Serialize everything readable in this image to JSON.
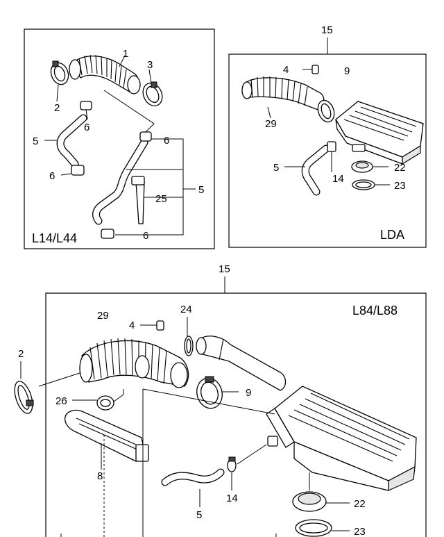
{
  "panels": {
    "top_left": {
      "tag": "L14/L44"
    },
    "top_right": {
      "tag": "LDA",
      "ref": "15"
    },
    "bottom": {
      "tag": "L84/L88",
      "ref": "15"
    }
  },
  "callouts": {
    "tl_1": "1",
    "tl_2": "2",
    "tl_3": "3",
    "tl_5a": "5",
    "tl_5b": "5",
    "tl_6a": "6",
    "tl_6b": "6",
    "tl_6c": "6",
    "tl_6d": "6",
    "tl_25": "25",
    "tr_4": "4",
    "tr_9": "9",
    "tr_29": "29",
    "tr_5": "5",
    "tr_14": "14",
    "tr_22": "22",
    "tr_23": "23",
    "b_2": "2",
    "b_29": "29",
    "b_4": "4",
    "b_24": "24",
    "b_26": "26",
    "b_9": "9",
    "b_8": "8",
    "b_14": "14",
    "b_5": "5",
    "b_22": "22",
    "b_23": "23"
  }
}
